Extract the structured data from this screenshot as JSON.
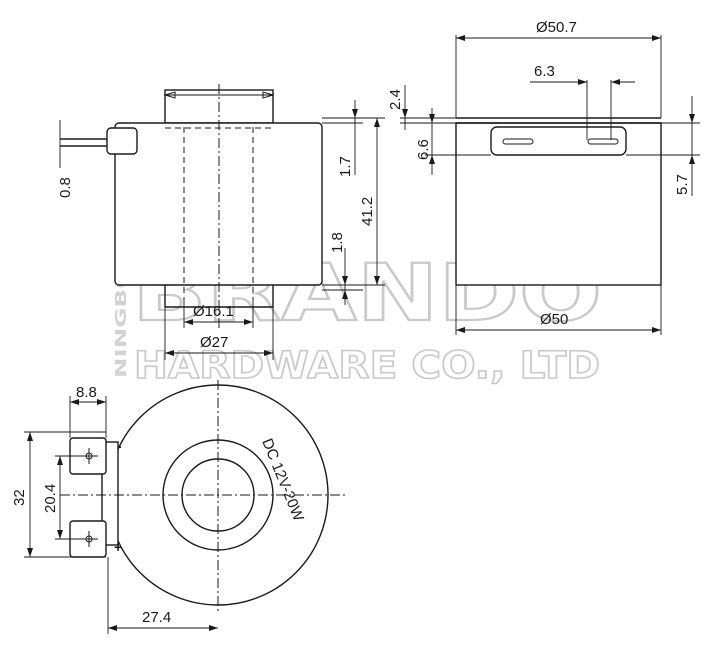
{
  "watermark": {
    "brand": "BRANDO",
    "company": "HARDWARE CO., LTD",
    "vertical": "NINGBO"
  },
  "front_view": {
    "dim_wire": "0.8",
    "dim_top_step": "1.7",
    "dim_height": "41.2",
    "dim_bottom_step": "1.8",
    "dim_bore": "Ø16.1",
    "dim_boss": "Ø27"
  },
  "side_view": {
    "dim_top": "Ø50.7",
    "dim_bottom": "Ø50",
    "dim_slot_spacing": "6.3",
    "dim_2_4": "2.4",
    "dim_6_6": "6.6",
    "dim_5_7": "5.7"
  },
  "bottom_view": {
    "dim_terminal_width": "8.8",
    "dim_outer_pitch": "32",
    "dim_terminal_pitch": "20.4",
    "dim_offset": "27.4",
    "rating": "DC 12V-20W",
    "minus": "-",
    "plus": "+"
  }
}
